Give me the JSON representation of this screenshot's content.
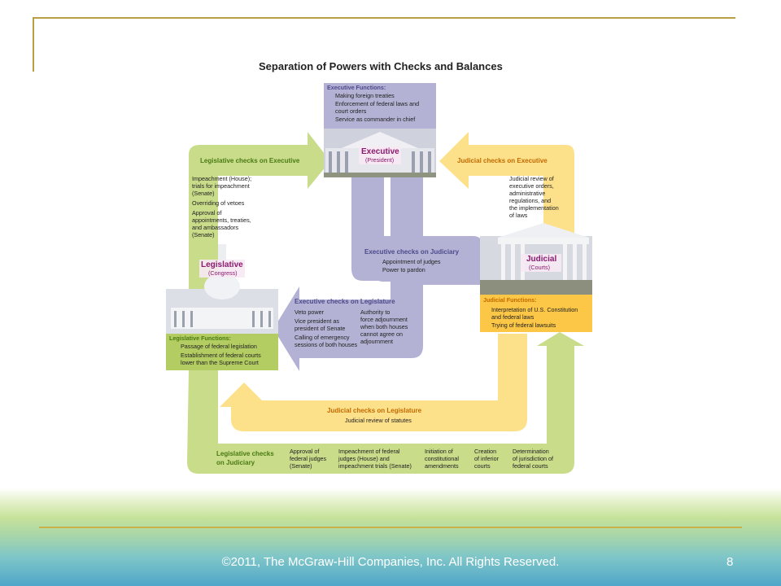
{
  "slide": {
    "title": "Separation of Powers with Checks and Balances",
    "footer": "©2011, The McGraw-Hill Companies, Inc. All Rights Reserved.",
    "page_number": "8"
  },
  "executive": {
    "functions_header": "Executive Functions:",
    "functions": [
      "Making foreign treaties",
      "Enforcement of federal laws and",
      "court orders",
      "Service as commander in chief"
    ],
    "name": "Executive",
    "sub": "(President)"
  },
  "legislative": {
    "name": "Legislative",
    "sub": "(Congress)",
    "functions_header": "Legislative Functions:",
    "functions": [
      "Passage of federal legislation",
      "Establishment of federal courts",
      "lower than the Supreme Court"
    ]
  },
  "judicial": {
    "name": "Judicial",
    "sub": "(Courts)",
    "functions_header": "Judicial Functions:",
    "functions": [
      "Interpretation of U.S. Constitution",
      "and federal laws",
      "Trying of federal lawsuits"
    ]
  },
  "legislative_checks_executive": {
    "header": "Legislative checks on Executive",
    "items": [
      "Impeachment (House);",
      "trials for impeachment",
      "(Senate)",
      "Overriding of vetoes",
      "Approval of",
      "appointments, treaties,",
      "and ambassadors",
      "(Senate)"
    ]
  },
  "judicial_checks_executive": {
    "header": "Judicial checks on Executive",
    "items": [
      "Judicial review of",
      "executive orders,",
      "administrative",
      "regulations, and",
      "the implementation",
      "of laws"
    ]
  },
  "executive_checks_judiciary": {
    "header": "Executive checks on Judiciary",
    "items": [
      "Appointment of judges",
      "Power to pardon"
    ]
  },
  "executive_checks_legislature": {
    "header": "Executive checks on Legislature",
    "col1": [
      "Veto power",
      "Vice president as",
      "president of Senate",
      "Calling of emergency",
      "sessions of both houses"
    ],
    "col2": [
      "Authority to",
      "force adjournment",
      "when both houses",
      "cannot agree on",
      "adjournment"
    ]
  },
  "judicial_checks_legislature": {
    "header": "Judicial checks on Legislature",
    "items": [
      "Judicial review of statutes"
    ]
  },
  "legislative_checks_judiciary": {
    "header_line1": "Legislative checks",
    "header_line2": "on Judiciary",
    "items": [
      [
        "Approval of",
        "federal judges",
        "(Senate)"
      ],
      [
        "Impeachment of federal",
        "judges (House) and",
        "impeachment trials (Senate)"
      ],
      [
        "Initiation of",
        "constitutional",
        "amendments"
      ],
      [
        "Creation",
        "of inferior",
        "courts"
      ],
      [
        "Determination",
        "of jurisdiction of",
        "federal courts"
      ]
    ]
  },
  "colors": {
    "green": "#c8dc8a",
    "green_dark": "#b3cd63",
    "purple": "#b4b2d4",
    "orange": "#fde08a",
    "frame": "#b8a046"
  }
}
